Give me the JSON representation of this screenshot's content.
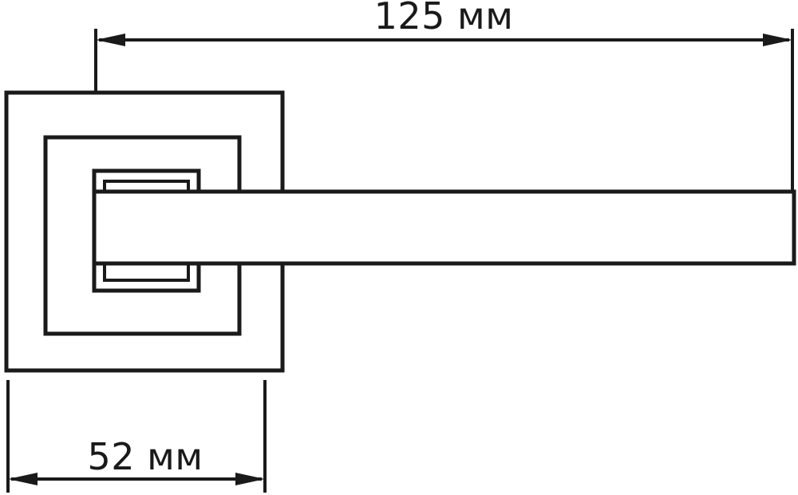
{
  "diagram": {
    "depicts": "Door handle on square rosette — dimensioned technical line drawing",
    "line_color": "#1a1a1a",
    "background_color": "#ffffff",
    "dimensions": {
      "handle_length": {
        "label": "125 мм"
      },
      "rosette_width": {
        "label": "52 мм"
      }
    }
  }
}
